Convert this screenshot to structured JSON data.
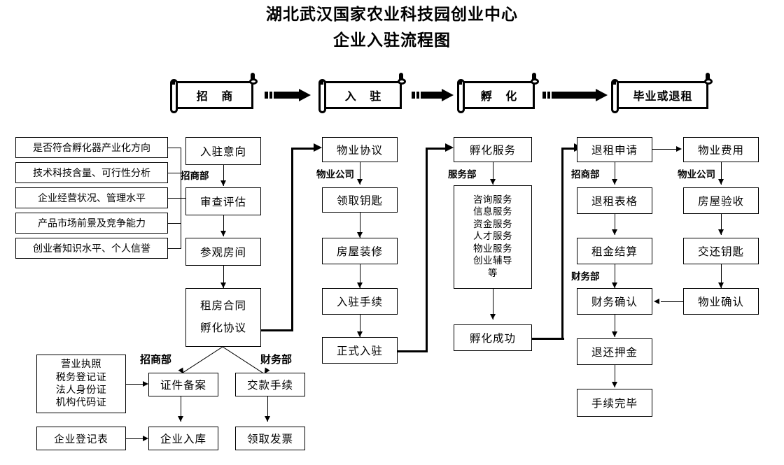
{
  "title": {
    "line1": "湖北武汉国家农业科技园创业中心",
    "line2": "企业入驻流程图"
  },
  "stages": [
    {
      "label": "招 商"
    },
    {
      "label": "入 驻"
    },
    {
      "label": "孵 化"
    },
    {
      "label": "毕业或退租"
    }
  ],
  "criteria": [
    {
      "label": "是否符合孵化器产业化方向"
    },
    {
      "label": "技术科技含量、可行性分析"
    },
    {
      "label": "企业经营状况、管理水平"
    },
    {
      "label": "产品市场前景及竞争能力"
    },
    {
      "label": "创业者知识水平、个人信誉"
    }
  ],
  "col_recruit": {
    "dept": "招商部",
    "steps": [
      {
        "label": "入驻意向"
      },
      {
        "label": "审查评估"
      },
      {
        "label": "参观房间"
      }
    ],
    "contract": {
      "line1": "租房合同",
      "line2": "孵化协议"
    }
  },
  "col_property": {
    "dept": "物业公司",
    "steps": [
      {
        "label": "物业协议"
      },
      {
        "label": "领取钥匙"
      },
      {
        "label": "房屋装修"
      },
      {
        "label": "入驻手续"
      },
      {
        "label": "正式入驻"
      }
    ]
  },
  "col_incubate": {
    "dept": "服务部",
    "head": {
      "label": "孵化服务"
    },
    "services": [
      "咨询服务",
      "信息服务",
      "资金服务",
      "人才服务",
      "物业服务",
      "创业辅导",
      "等"
    ],
    "result": {
      "label": "孵化成功"
    }
  },
  "col_exit": {
    "dept_top": "招商部",
    "dept_finance": "财务部",
    "steps": [
      {
        "label": "退租申请"
      },
      {
        "label": "退租表格"
      },
      {
        "label": "租金结算"
      },
      {
        "label": "财务确认"
      },
      {
        "label": "退还押金"
      },
      {
        "label": "手续完毕"
      }
    ]
  },
  "col_property_exit": {
    "dept": "物业公司",
    "steps": [
      {
        "label": "物业费用"
      },
      {
        "label": "房屋验收"
      },
      {
        "label": "交还钥匙"
      },
      {
        "label": "物业确认"
      }
    ]
  },
  "bottom": {
    "dept_recruit": "招商部",
    "dept_finance": "财务部",
    "documents": [
      "营业执照",
      "税务登记证",
      "法人身份证",
      "机构代码证"
    ],
    "registration_form": {
      "label": "企业登记表"
    },
    "recruit_steps": [
      {
        "label": "证件备案"
      },
      {
        "label": "企业入库"
      }
    ],
    "finance_steps": [
      {
        "label": "交款手续"
      },
      {
        "label": "领取发票"
      }
    ]
  },
  "colors": {
    "ink": "#000000",
    "paper": "#ffffff"
  }
}
